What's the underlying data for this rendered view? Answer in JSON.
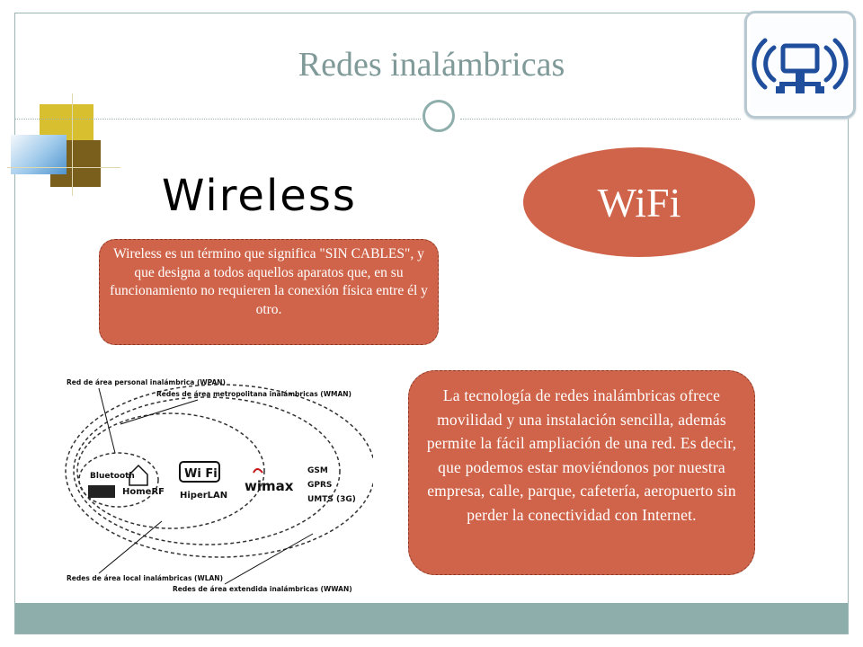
{
  "slide": {
    "title": "Redes inalámbricas",
    "wireless_heading": "Wireless",
    "wifi_label": "WiFi",
    "definition": "Wireless es un término que significa \"SIN CABLES\", y que designa a todos aquellos aparatos que, en su funcionamiento no requieren la conexión física entre él y otro.",
    "technology": "La tecnología de redes inalámbricas ofrece movilidad y una instalación sencilla, además permite la fácil ampliación de una red. Es decir, que podemos estar moviéndonos por nuestra empresa, calle, parque, cafetería, aeropuerto sin perder la conectividad con Internet."
  },
  "diagram": {
    "wpan_label": "Red de área personal inalámbrica (WPAN)",
    "wman_label": "Redes de área metropolitana inalámbricas (WMAN)",
    "wlan_label": "Redes de área local inalámbricas (WLAN)",
    "wwan_label": "Redes de área extendida inalámbricas (WWAN)",
    "bluetooth": "Bluetooth",
    "homerf": "HomeRF",
    "wifi_logo": "Wi Fi",
    "hiperlan": "HiperLAN",
    "wimax": "wimax",
    "gsm": "GSM",
    "gprs": "GPRS",
    "umts": "UMTS (3G)"
  },
  "colors": {
    "accent_box": "#d0644a",
    "title_color": "#7f9a98",
    "bar_color": "#8eaeac",
    "icon_blue": "#1f4e9c"
  },
  "icons": {
    "network_icon": "wireless-network-icon",
    "ornament": "circle-ornament-icon"
  }
}
